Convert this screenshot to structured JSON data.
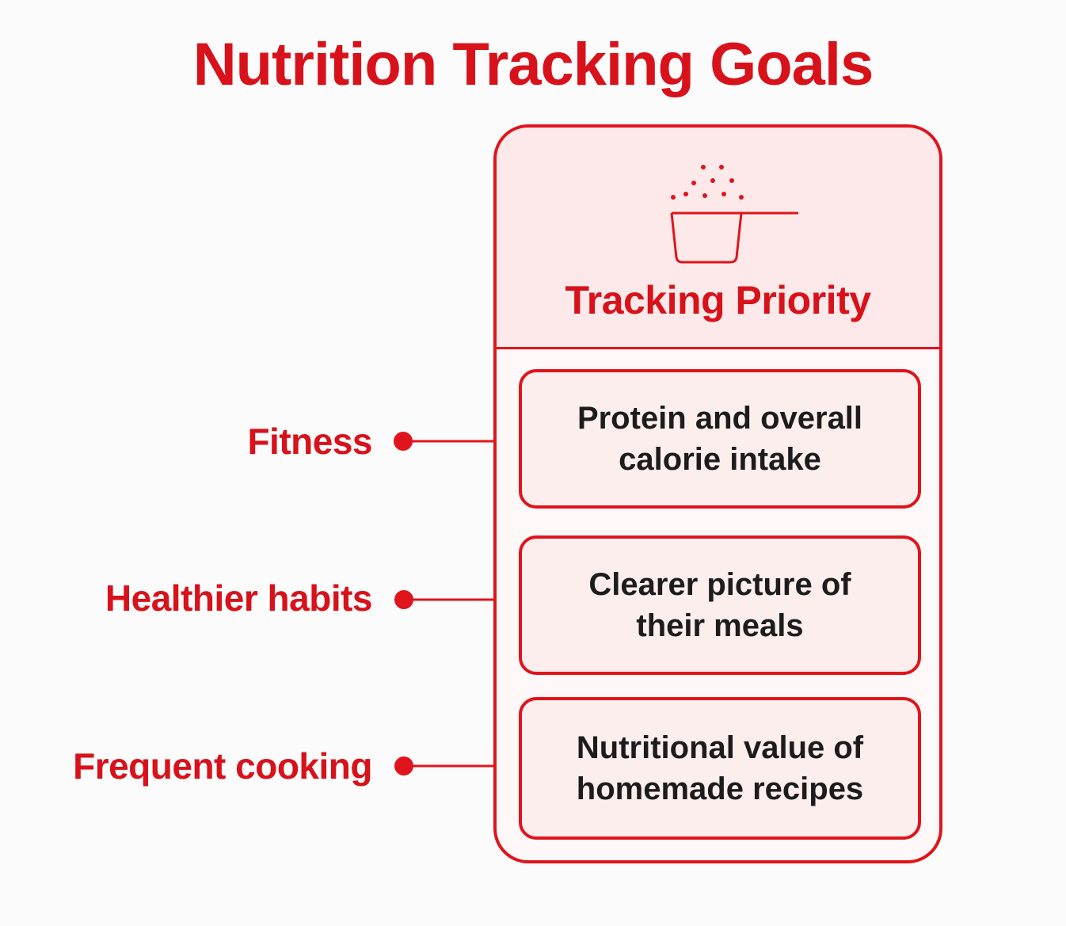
{
  "title": "Nutrition Tracking Goals",
  "panel": {
    "header_title": "Tracking Priority",
    "icon": "measuring-cup-icon"
  },
  "rows": [
    {
      "goal": "Fitness",
      "priority": "Protein and overall calorie intake"
    },
    {
      "goal": "Healthier habits",
      "priority": "Clearer picture of their meals"
    },
    {
      "goal": "Frequent cooking",
      "priority": "Nutritional value of homemade recipes"
    }
  ],
  "colors": {
    "accent": "#d8121b",
    "header_bg": "#fde9e9",
    "card_bg": "#fdeeee",
    "text_dark": "#1c1c1c",
    "background": "#fbfbfb"
  }
}
